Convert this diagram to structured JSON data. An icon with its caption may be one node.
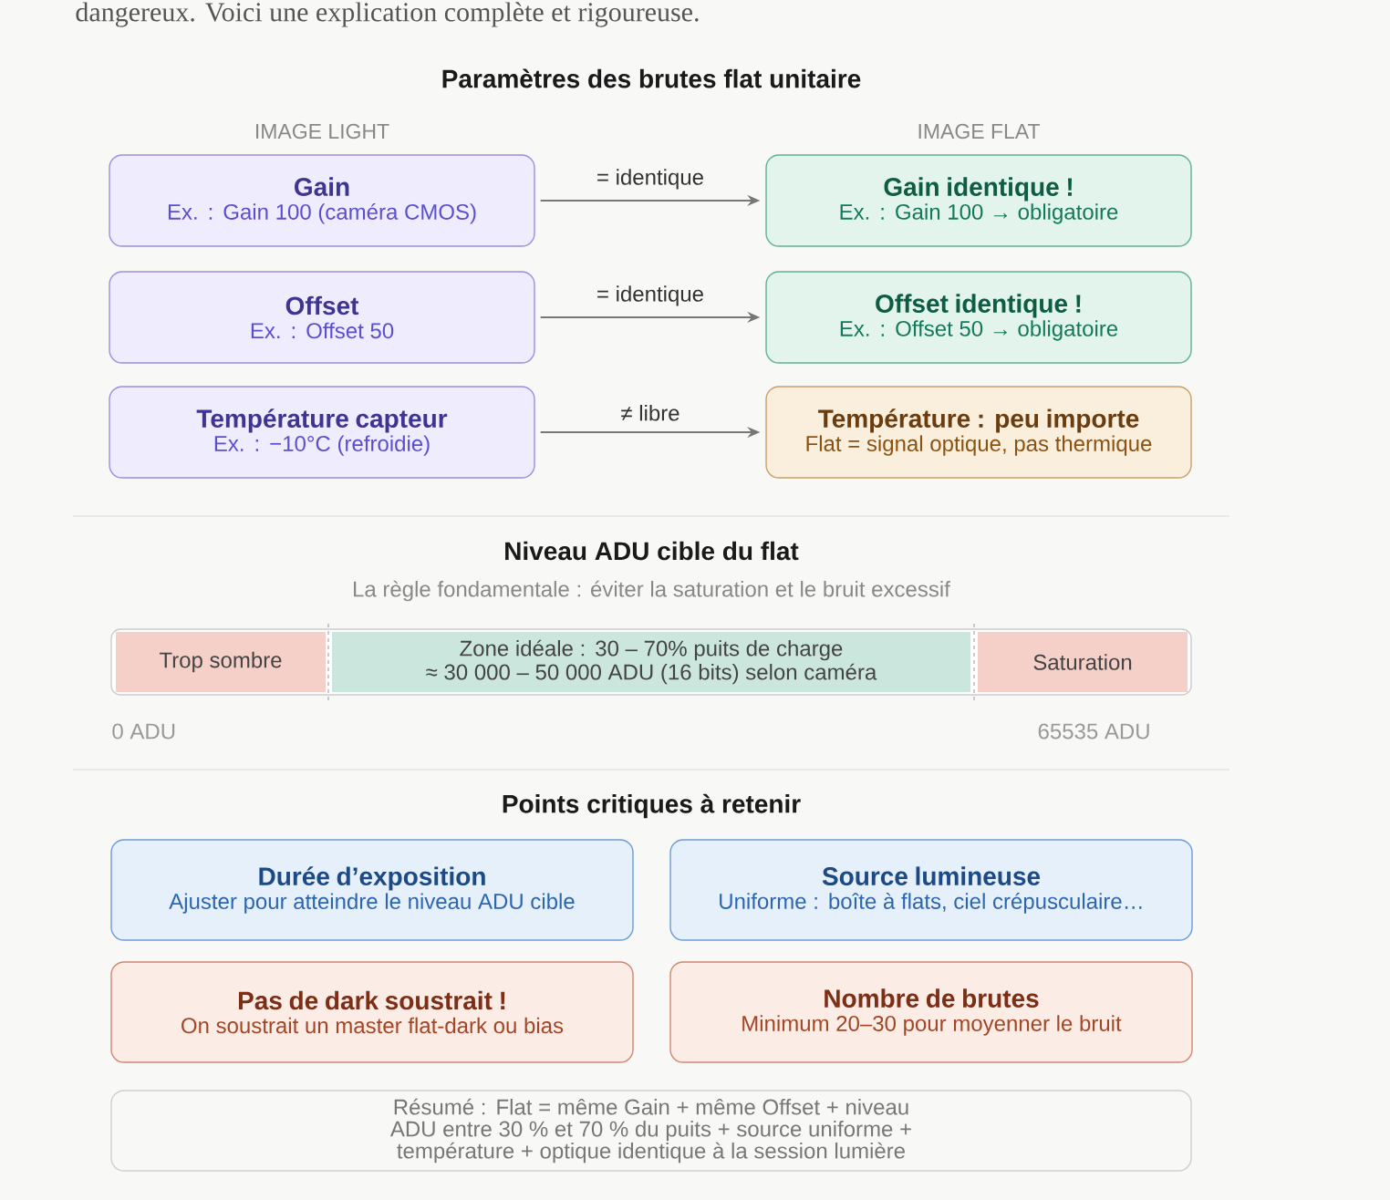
{
  "diagram": {
    "title": "Paramètres des brutes flat unitaire",
    "nodes": [
      {
        "text": [
          "Gain",
          "Ex. : Gain 100 (caméra CMOS)"
        ]
      },
      {
        "text": [
          "Gain identique !",
          "Ex. : Gain 100 → obligatoire"
        ]
      },
      {
        "text": [
          "Offset",
          "Ex. : Offset 50"
        ]
      },
      {
        "text": [
          "Offset identique !",
          "Ex. : Offset 50 → obligatoire"
        ]
      },
      {
        "text": [
          "Température capteur",
          "Ex. : −10°C (refroidie)"
        ]
      },
      {
        "text": [
          "Température : peu importe",
          "Flat = signal optique, pas thermique"
        ]
      },
      {
        "text": [
          "Trop sombre"
        ]
      },
      {
        "text": [
          "Zone idéale : 30 – 70% puits de charge",
          "≈ 30 000 – 50 000 ADU (16 bits) selon caméra"
        ]
      },
      {
        "text": [
          "Saturation"
        ]
      },
      {
        "text": [
          "Durée d’exposition",
          "Ajuster pour atteindre le niveau ADU cible"
        ]
      },
      {
        "text": [
          "Source lumineuse",
          "Uniforme : boîte à flats, ciel crépusculaire…"
        ]
      },
      {
        "text": [
          "Pas de dark soustrait !",
          "On soustrait un master flat-dark ou bias"
        ]
      },
      {
        "text": [
          "Nombre de brutes",
          "Minimum 20–30 pour moyenner le bruit"
        ]
      },
      {
        "text": [
          "Résumé : Flat = même Gain + même Offset + niveau ADU entre 30 % et 70 % du puits + source uniforme + température + optique identique à la session lumière"
        ]
      }
    ],
    "edges": [
      {
        "from": 0,
        "to": 1,
        "arrow": "to",
        "label": "= identique"
      },
      {
        "from": 2,
        "to": 3,
        "arrow": "to",
        "label": "= identique"
      },
      {
        "from": 4,
        "to": 5,
        "arrow": "to",
        "label": "≠ libre"
      }
    ],
    "labels": [
      "dangereux. Voici une explication complète et rigoureuse.",
      "IMAGE LIGHT",
      "IMAGE FLAT",
      "Niveau ADU cible du flat",
      "La règle fondamentale : éviter la saturation et le bruit excessif",
      "0 ADU",
      "65535 ADU",
      "Points critiques à retenir"
    ]
  }
}
